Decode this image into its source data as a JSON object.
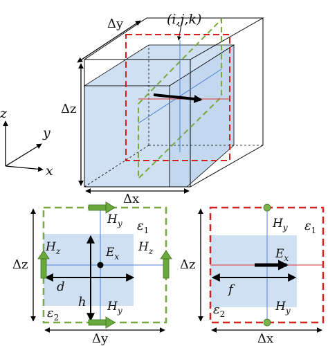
{
  "labels": {
    "cube": {
      "delta_y": "Δy",
      "delta_z": "Δz",
      "delta_x": "Δx",
      "index": "(i,j,k)"
    },
    "axes": {
      "x": "x",
      "y": "y",
      "z": "z"
    },
    "green_panel": {
      "delta_z": "Δz",
      "delta_y": "Δy",
      "hy_top": "H",
      "hy_top_sub": "y",
      "hy_bottom": "H",
      "hy_bottom_sub": "y",
      "hz_left": "H",
      "hz_left_sub": "z",
      "hz_right": "H",
      "hz_right_sub": "z",
      "ex": "E",
      "ex_sub": "x",
      "eps1": "ε",
      "eps1_sub": "1",
      "eps2": "ε",
      "eps2_sub": "2",
      "d": "d",
      "h": "h"
    },
    "red_panel": {
      "delta_z": "Δz",
      "delta_x": "Δx",
      "hy_top": "H",
      "hy_top_sub": "y",
      "hy_bottom": "H",
      "hy_bottom_sub": "y",
      "ex": "E",
      "ex_sub": "x",
      "eps1": "ε",
      "eps1_sub": "1",
      "eps2": "ε",
      "eps2_sub": "2",
      "f": "f"
    }
  },
  "colors": {
    "blue_fill": "#cfe0f3",
    "blue_line": "#4a7fd0",
    "green_dash": "#77a83d",
    "green_arrow": "#6aaa3c",
    "red_dash": "#d62020",
    "red_line": "#e03030",
    "black": "#000000"
  }
}
